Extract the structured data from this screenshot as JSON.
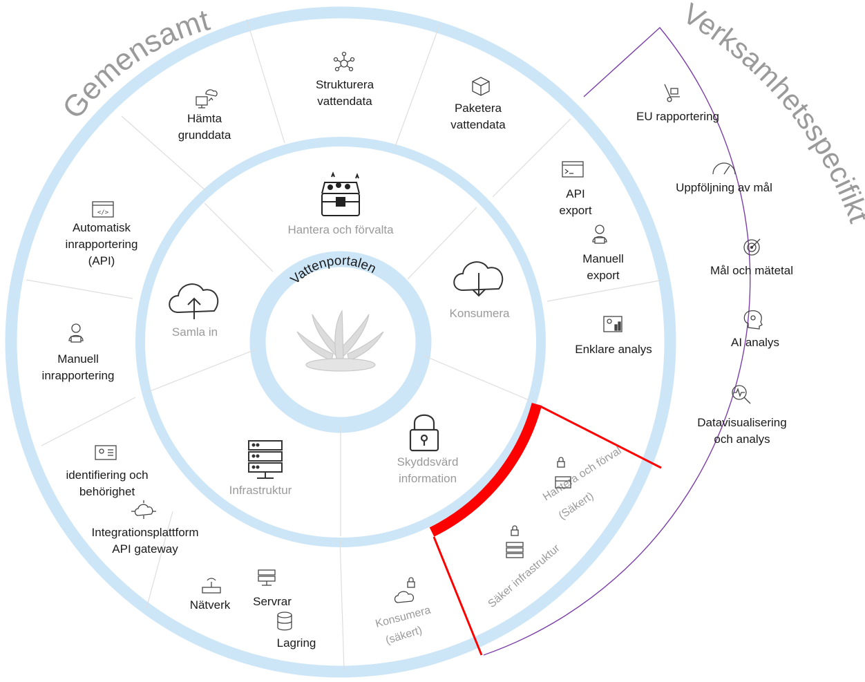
{
  "center": {
    "title": "Vattenportalen"
  },
  "arc_titles": {
    "common": "Gemensamt",
    "business": "Verksamhetsspecifikt"
  },
  "inner_ring": {
    "manage": "Hantera och förvalta",
    "collect": "Samla in",
    "consume": "Konsumera",
    "infrastructure": "Infrastruktur",
    "protected_line1": "Skyddsvärd",
    "protected_line2": "information"
  },
  "outer_ring": {
    "fetch": [
      "Hämta",
      "grunddata"
    ],
    "structure": [
      "Strukturera",
      "vattendata"
    ],
    "package": [
      "Paketera",
      "vattendata"
    ],
    "api_export": [
      "API",
      "export"
    ],
    "manual_export": [
      "Manuell",
      "export"
    ],
    "simple_analysis": "Enklare analys",
    "auto_reporting": [
      "Automatisk",
      "inrapportering",
      "(API)"
    ],
    "manual_reporting": [
      "Manuell",
      "inrapportering"
    ],
    "identity": [
      "identifiering och",
      "behörighet"
    ],
    "integration": [
      "Integrationsplattform",
      "API gateway"
    ],
    "network": "Nätverk",
    "servers": "Servrar",
    "storage": "Lagring",
    "secure_consume": [
      "Konsumera",
      "(säkert)"
    ],
    "secure_manage": [
      "Hantera och förvalta",
      "(Säkert)"
    ],
    "secure_infra": "Säker infrastruktur"
  },
  "business": {
    "eu": "EU rapportering",
    "followup": "Uppföljning av mål",
    "goals": "Mål och mätetal",
    "ai": "AI analys",
    "dataviz": [
      "Datavisualisering",
      "och analys"
    ]
  },
  "colors": {
    "ring": "#cde6f7",
    "secure": "#ff0000",
    "bracket": "#7b3fa8",
    "divider": "#dddddd",
    "grey_text": "#9a9a9a"
  }
}
